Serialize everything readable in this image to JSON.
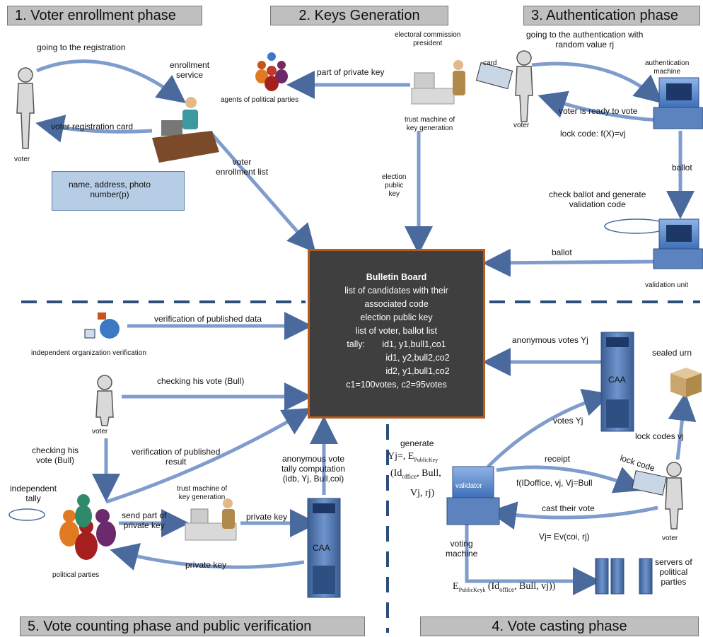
{
  "phases": {
    "p1": "1. Voter enrollment phase",
    "p2": "2. Keys Generation",
    "p3": "3. Authentication phase",
    "p4": "4. Vote casting phase",
    "p5": "5. Vote counting phase and public verification"
  },
  "board": {
    "title": "Bulletin Board",
    "l1": "list of candidates with their",
    "l2": "associated code",
    "l3": "election public key",
    "l4": "list of voter, ballot list",
    "l5": "tally:       id1, y1,bull1,co1",
    "l6": "id1, y2,bull2,co2",
    "l7": "id2, y1,bull1,co2",
    "l8": "c1=100votes, c2=95votes"
  },
  "enroll": {
    "going_registration": "going to the registration",
    "service": "enrollment\nservice",
    "voter": "voter",
    "reg_card": "voter registration card",
    "info": "name, address, photo\nnumber(p)",
    "enroll_list": "voter\nenrollment list"
  },
  "keys": {
    "part_private": "part of private key",
    "agents": "agents of political parties",
    "president": "electoral commission\npresident",
    "trust_machine": "trust machine of\nkey generation",
    "election_public_key": "election\npublic\nkey"
  },
  "auth": {
    "going_auth": "going to the authentication with\nrandom value rj",
    "card": "card",
    "voter": "voter",
    "machine": "authentication\nmachine",
    "ready": "voter is ready to vote",
    "lock_code": "lock code: f(X)=vj",
    "ballot1": "ballot",
    "check_ballot": "check ballot and generate\nvalidation code",
    "ballot2": "ballot",
    "validation_unit": "validation unit"
  },
  "counting": {
    "verif_data": "verification of published data",
    "indep_org": "independent organization verification",
    "checking_vote": "checking his vote (Bull)",
    "voter": "voter",
    "checking_vote2": "checking his\nvote (Bull)",
    "verif_result": "verification of published\nresult",
    "indep_tally": "independent\ntally",
    "send_part": "send part of\nprivate key",
    "trust_machine": "trust machine of\nkey generation",
    "private_key1": "private key",
    "private_key2": "private key",
    "anon_tally": "anonymous vote\ntally computation\n(idb, Yj, Bull,coi)",
    "caa": "CAA",
    "political_parties": "political parties"
  },
  "casting": {
    "anon_votes": "anonymous votes Yj",
    "caa": "CAA",
    "sealed_urn": "sealed urn",
    "votes_yj": "votes Yj",
    "lock_codes": "lock codes vj",
    "generate": "generate",
    "yj_eq": "Yj=, E",
    "public_key_sub": "PublicKey",
    "id_office": "(Id",
    "office_sub": "office",
    "bull": ", Bull,",
    "vj_rj": "Vj, rj)",
    "validator": "validator",
    "receipt": "receipt",
    "f_formula": "f(IDoffice, vj, Vj=Bull",
    "lock_code": "lock code",
    "cast_vote": "cast their vote",
    "voter": "voter",
    "vj_formula": "Vj= Ev(coi, rj)",
    "voting_machine": "voting\nmachine",
    "enc_e": "E",
    "enc_sub": "PublicKeyk",
    "enc_rest": " (Id",
    "enc_office": "office",
    "enc_end": ", Bull, vj))",
    "servers": "servers of\npolitical\nparties"
  },
  "colors": {
    "arrow": "#7f9ccc",
    "arrow_dark": "#4a6a9e",
    "board_bg": "#3f3f3f",
    "board_border": "#b85c1e",
    "phase_bg": "#bfbfbf",
    "divider": "#2e4f7a"
  }
}
